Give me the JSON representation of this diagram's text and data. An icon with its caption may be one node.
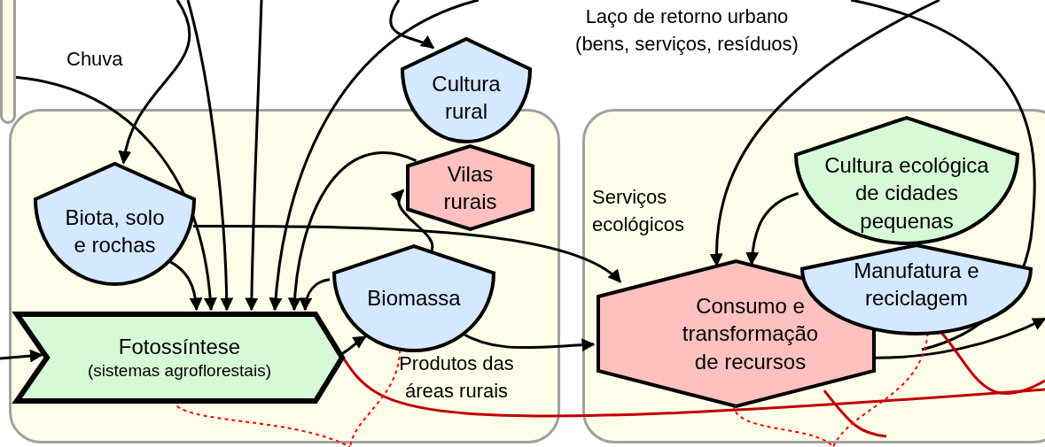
{
  "diagram": {
    "nodes": [
      {
        "text": [],
        "shape": "box"
      },
      {
        "text": [],
        "shape": "box"
      },
      {
        "text": [
          "Cultura rural"
        ]
      },
      {
        "text": [
          "Vilas rurais"
        ],
        "in": 1
      },
      {
        "text": [
          "Biota, solo e rochas"
        ],
        "in": 1
      },
      {
        "text": [
          "Fotossíntese",
          "(sistemas agroflorestais)"
        ],
        "in": 1
      },
      {
        "text": [
          "Biomassa"
        ],
        "in": 1
      },
      {
        "text": [],
        "shape": "box"
      },
      {
        "text": [
          "Cultura ecológica de cidades pequenas"
        ],
        "in": 7
      },
      {
        "text": [
          "Manufatura e reciclagem"
        ],
        "in": 7
      },
      {
        "text": [
          "Consumo e transformação de recursos"
        ],
        "in": 7
      }
    ],
    "edges": [
      {
        "from": null,
        "to": 5,
        "arrow": "to"
      },
      {
        "from": null,
        "to": 4,
        "arrow": "to"
      },
      {
        "from": 4,
        "to": 5,
        "arrow": "to"
      },
      {
        "from": 0,
        "to": 5,
        "arrow": "to"
      },
      {
        "from": null,
        "to": 5,
        "arrow": "to"
      },
      {
        "from": null,
        "to": 5,
        "arrow": "to"
      },
      {
        "from": null,
        "to": 5,
        "arrow": "to"
      },
      {
        "from": 3,
        "to": 5,
        "arrow": "to"
      },
      {
        "from": 6,
        "to": 5,
        "arrow": "to"
      },
      {
        "from": 5,
        "to": 6,
        "arrow": "to"
      },
      {
        "from": 6,
        "to": 3,
        "arrow": "to"
      },
      {
        "from": null,
        "to": 2,
        "arrow": "to"
      },
      {
        "from": 6,
        "to": 10,
        "arrow": "to"
      },
      {
        "from": 4,
        "to": 10,
        "arrow": "to"
      },
      {
        "from": null,
        "to": 10,
        "arrow": "to"
      },
      {
        "from": 8,
        "to": 10,
        "arrow": "to"
      },
      {
        "from": 10,
        "to": null,
        "arrow": "to"
      },
      {
        "from": 5,
        "to": null,
        "arrow": "none",
        "color": "#c00000"
      },
      {
        "from": 10,
        "to": null,
        "arrow": "none",
        "color": "#c00000"
      },
      {
        "from": 9,
        "to": null,
        "arrow": "none",
        "color": "#c00000"
      },
      {
        "from": 5,
        "to": null,
        "arrow": "none",
        "style": "dashed",
        "color": "#ff0000"
      },
      {
        "from": 6,
        "to": null,
        "arrow": "none",
        "style": "dashed",
        "color": "#ff0000"
      },
      {
        "from": 10,
        "to": null,
        "arrow": "none",
        "style": "dashed",
        "color": "#ff0000"
      },
      {
        "from": 9,
        "to": null,
        "arrow": "none",
        "style": "dashed",
        "color": "#ff0000"
      }
    ],
    "labels": [
      "Chuva",
      "Laço de retorno urbano (bens, serviços, resíduos)",
      "Serviços ecológicos",
      "Produtos das áreas rurais"
    ]
  }
}
